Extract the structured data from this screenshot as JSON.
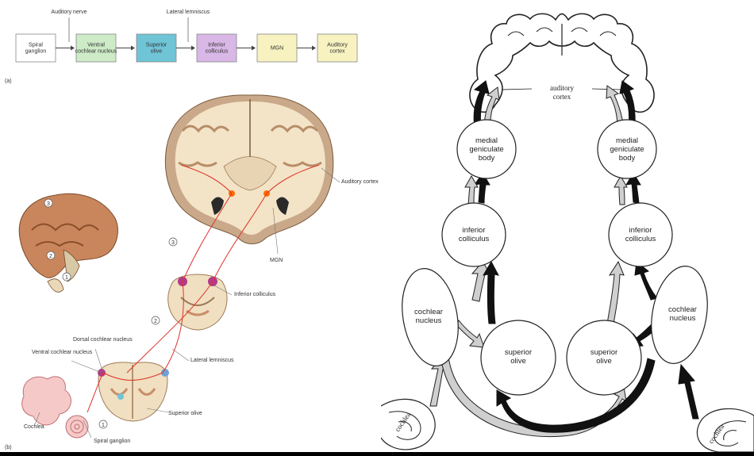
{
  "left": {
    "flow": {
      "top_labels": [
        "Auditory nerve",
        "Lateral lemniscus"
      ],
      "boxes": [
        {
          "label": "Spiral ganglion",
          "color": "#ffffff"
        },
        {
          "label": "Ventral cochlear nucleus",
          "color": "#cdebc6"
        },
        {
          "label": "Superior olive",
          "color": "#6fc4d6"
        },
        {
          "label": "Inferior colliculus",
          "color": "#d9b7e6"
        },
        {
          "label": "MGN",
          "color": "#f7f2c0"
        },
        {
          "label": "Auditory cortex",
          "color": "#f7f2c0"
        }
      ],
      "panel_letter": "(a)"
    },
    "anatomy": {
      "panel_letter": "(b)",
      "labels": {
        "auditory_cortex": "Auditory cortex",
        "mgn": "MGN",
        "inferior_colliculus": "Inferior colliculus",
        "lateral_lemniscus": "Lateral lemniscus",
        "dorsal_cochlear_nucleus": "Dorsal cochlear nucleus",
        "ventral_cochlear_nucleus": "Ventral cochlear nucleus",
        "superior_olive": "Superior olive",
        "cochlea": "Cochlea",
        "spiral_ganglion": "Spiral ganglion"
      },
      "level_markers": [
        "1",
        "2",
        "3"
      ]
    }
  },
  "right": {
    "cortex_label": "auditory cortex",
    "nodes": {
      "mgb_left": "medial geniculate body",
      "mgb_right": "medial geniculate body",
      "ic_left": "inferior colliculus",
      "ic_right": "inferior colliculus",
      "cn_left": "cochlear nucleus",
      "cn_right": "cochlear nucleus",
      "so_left": "superior olive",
      "so_right": "superior olive",
      "cochlea_left": "cochlea",
      "cochlea_right": "cochlea"
    },
    "colors": {
      "black_path": "#111111",
      "gray_path": "#cfcfcf"
    }
  }
}
